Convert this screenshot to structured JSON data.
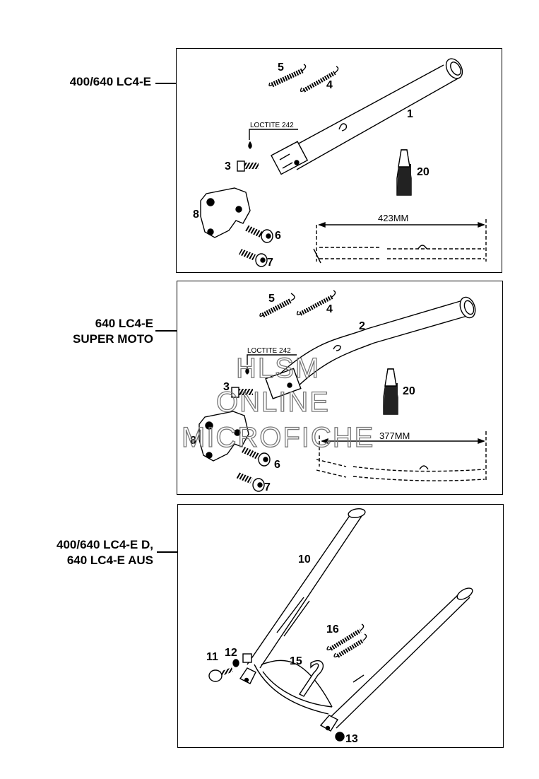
{
  "sections": [
    {
      "model": [
        "400/640 LC4-E"
      ],
      "parts": {
        "spring_a": "5",
        "spring_b": "4",
        "stand": "1",
        "bolt_a": "3",
        "loctite": "LOCTITE 242",
        "bottle": "20",
        "bracket": "8",
        "bolt_b": "6",
        "bolt_c": "7",
        "dimension": "423MM"
      }
    },
    {
      "model": [
        "640 LC4-E",
        "SUPER MOTO"
      ],
      "parts": {
        "spring_a": "5",
        "spring_b": "4",
        "stand": "2",
        "bolt_a": "3",
        "loctite": "LOCTITE 242",
        "bottle": "20",
        "bracket": "8",
        "bolt_b": "6",
        "bolt_c": "7",
        "dimension": "377MM"
      }
    },
    {
      "model": [
        "400/640 LC4-E D,",
        "640 LC4-E AUS"
      ],
      "parts": {
        "stand": "10",
        "bolt": "11",
        "washer": "12",
        "springs": "16",
        "spring_clip": "15",
        "nut": "13"
      }
    }
  ],
  "watermark": [
    "HLSM",
    "ONLINE",
    "MICROFICHE"
  ],
  "colors": {
    "line": "#000000",
    "watermark": "#777777"
  }
}
